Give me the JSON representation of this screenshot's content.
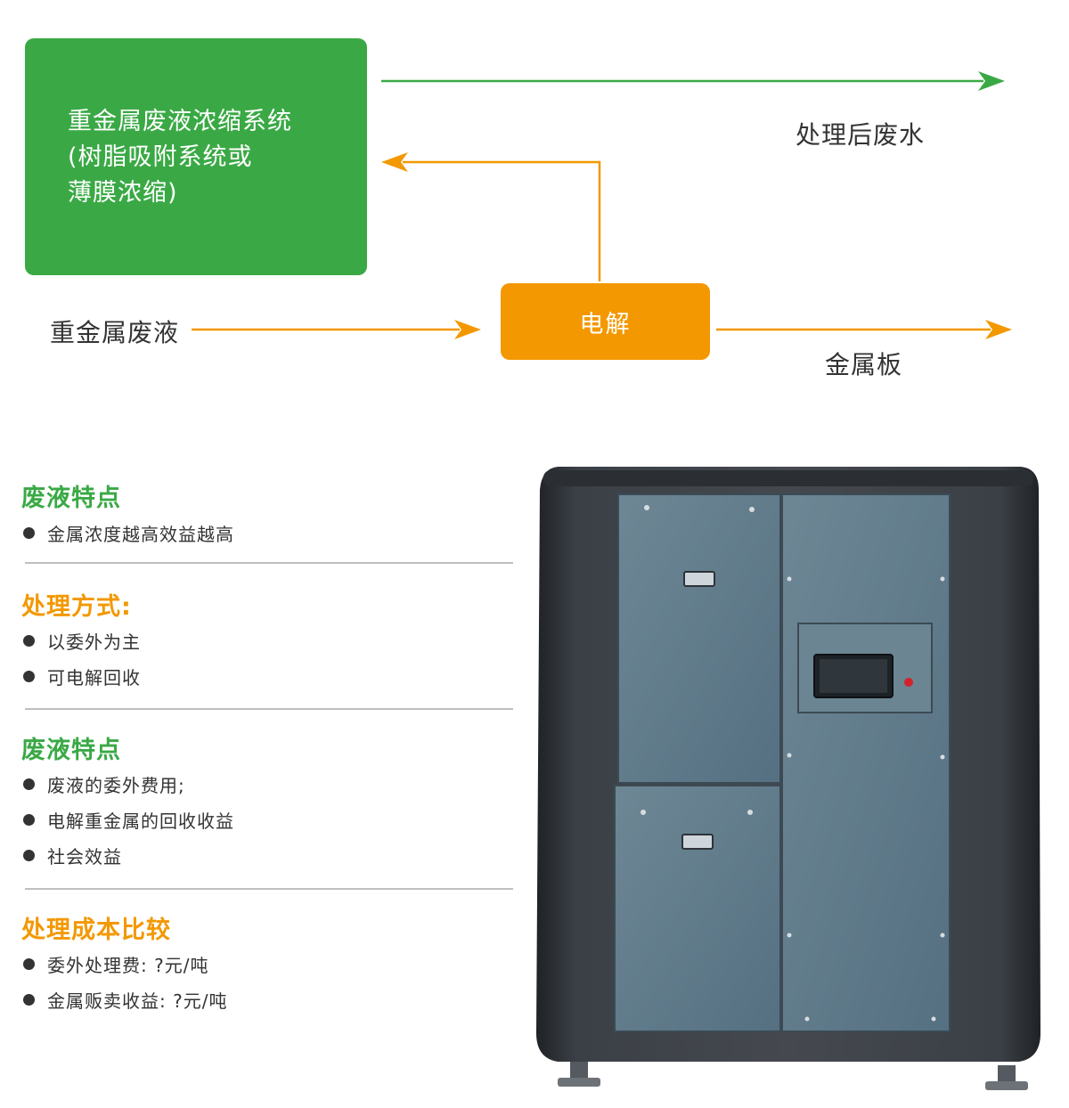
{
  "colors": {
    "green": "#3aa945",
    "orange": "#f39800"
  },
  "diagram": {
    "green_box": {
      "lines": [
        "重金属废液浓缩系统",
        "(树脂吸附系统或",
        "薄膜浓缩)"
      ]
    },
    "orange_box": {
      "label": "电解"
    },
    "input_label": "重金属废液",
    "output_water_label": "处理后废水",
    "output_metal_label": "金属板"
  },
  "sections": [
    {
      "title": "废液特点",
      "color": "green",
      "bullets": [
        "金属浓度越高效益越高"
      ]
    },
    {
      "title": "处理方式:",
      "color": "orange",
      "bullets": [
        "以委外为主",
        "可电解回收"
      ]
    },
    {
      "title": "废液特点",
      "color": "green",
      "bullets": [
        "废液的委外费用;",
        "电解重金属的回收收益",
        "社会效益"
      ]
    },
    {
      "title": "处理成本比较",
      "color": "orange",
      "bullets": [
        "委外处理费: ?元/吨",
        "金属贩卖收益: ?元/吨"
      ]
    }
  ],
  "product_image": {
    "icon": "wastewater-treatment-machine"
  }
}
